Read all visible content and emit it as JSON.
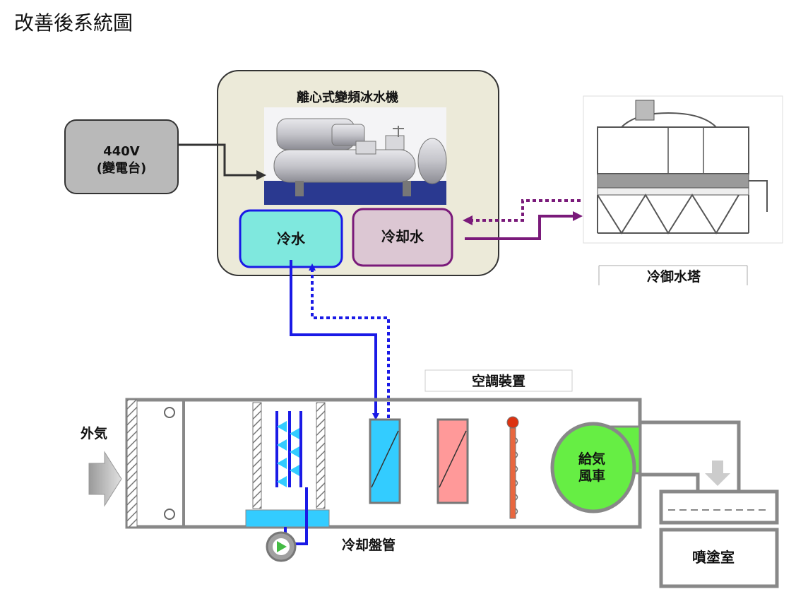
{
  "title": "改善後系統圖",
  "chiller": {
    "label": "離心式變頻冰水機"
  },
  "transformer": {
    "line1": "440V",
    "line2": "(變電台)"
  },
  "chilled_water": {
    "label": "冷水"
  },
  "cooling_water": {
    "label": "冷却水"
  },
  "cooling_tower": {
    "label": "冷御水塔"
  },
  "ahu": {
    "label": "空調裝置"
  },
  "outside_air": {
    "label": "外気"
  },
  "cooling_coil": {
    "label": "冷却盤管"
  },
  "supply_fan": {
    "line1": "給気",
    "line2": "風車"
  },
  "spray_room": {
    "label": "噴塗室"
  },
  "colors": {
    "chilled_water_line": "#1a1ae6",
    "cooling_water_line": "#7a1a7a",
    "chiller_panel": "#ecead9",
    "chilled_box": "#7fe8de",
    "cooling_box": "#dcc7d3",
    "transformer_box": "#b9b9b9",
    "fan": "#66ee44",
    "heating_coil": "#ff9999",
    "cooling_coil_fill": "#33ccff"
  }
}
